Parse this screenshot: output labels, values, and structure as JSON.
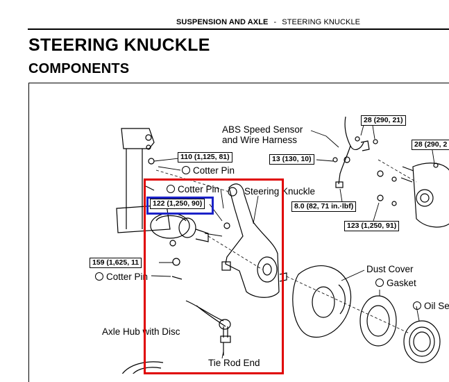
{
  "header": {
    "section": "SUSPENSION AND AXLE",
    "separator": "-",
    "page": "STEERING KNUCKLE"
  },
  "title": "STEERING KNUCKLE",
  "subtitle": "COMPONENTS",
  "labels": {
    "abs_sensor_line1": "ABS Speed Sensor",
    "abs_sensor_line2": "and Wire Harness",
    "cotter_pin_top": "Cotter Pin",
    "cotter_pin_mid": "Cotter Pin",
    "cotter_pin_low": "Cotter Pin",
    "steering_knuckle": "Steering Knuckle",
    "dust_cover": "Dust Cover",
    "gasket": "Gasket",
    "oil_seal": "Oil Se",
    "axle_hub": "Axle Hub with Disc",
    "tie_rod_end": "Tie Rod End"
  },
  "torques": {
    "t110": "110 (1,125, 81)",
    "t28a": "28 (290, 21)",
    "t28b": "28 (290, 2",
    "t13": "13 (130, 10)",
    "t122": "122 (1,250, 90)",
    "t8": "8.0 (82, 71 in.·lbf)",
    "t123": "123 (1,250, 91)",
    "t159": "159 (1,625, 11"
  },
  "highlights": {
    "red_box_color": "#e00000",
    "blue_box_color": "#1b22c8"
  }
}
